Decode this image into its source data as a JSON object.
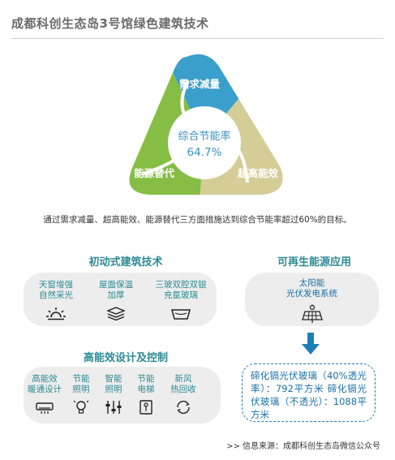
{
  "title": "成都科创生态岛3号馆绿色建筑技术",
  "cycle": {
    "segments": [
      {
        "label": "需求减量",
        "color": "#3a9fcb"
      },
      {
        "label": "超高能效",
        "color": "#d4cd96"
      },
      {
        "label": "能源替代",
        "color": "#86bd45"
      }
    ],
    "center_label": "综合节能率",
    "center_value": "64.7%"
  },
  "caption": "通过需求减量、超高能效、能源替代三方面措施达到综合节能率超过60%的目标。",
  "passive": {
    "heading": "初动式建筑技术",
    "items": [
      {
        "lines": [
          "天窗增强",
          "自然采光"
        ],
        "icon": "sun-icon"
      },
      {
        "lines": [
          "屋面保温",
          "加厚"
        ],
        "icon": "insulation-layers-icon"
      },
      {
        "lines": [
          "三玻双腔双银",
          "充氩玻璃"
        ],
        "icon": "glass-basin-icon"
      }
    ]
  },
  "efficiency": {
    "heading": "高能效设计及控制",
    "items": [
      {
        "lines": [
          "高能效",
          "暖通设计"
        ],
        "icon": "ac-unit-icon"
      },
      {
        "lines": [
          "节能",
          "照明"
        ],
        "icon": "bulb-icon"
      },
      {
        "lines": [
          "智能",
          "照明"
        ],
        "icon": "slider-icon"
      },
      {
        "lines": [
          "节能",
          "电梯"
        ],
        "icon": "elevator-icon"
      },
      {
        "lines": [
          "新风",
          "热回收"
        ],
        "icon": "heat-recovery-icon"
      }
    ]
  },
  "renewable": {
    "heading": "可再生能源应用",
    "item_lines": [
      "太阳能",
      "光伏发电系统"
    ],
    "icon": "solar-panel-icon",
    "details": "碲化镉光伏玻璃（40%透光率）：792平方米 碲化镉光伏玻璃（不透光）：1088平方米"
  },
  "source": ">>  信息来源：成都科创生态岛微信公众号",
  "accent_color": "#2c8a93"
}
